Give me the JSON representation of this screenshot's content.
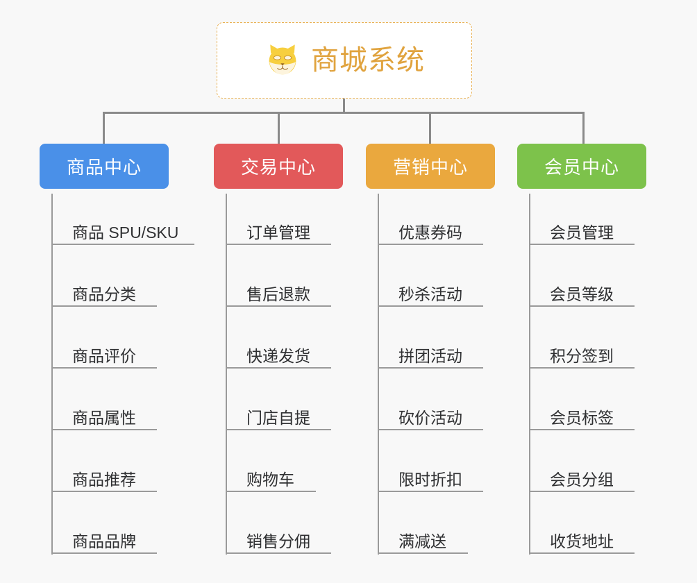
{
  "page": {
    "background_color": "#f8f8f8",
    "type": "org-chart-mindmap"
  },
  "root": {
    "title": "商城系统",
    "icon": "shiba-dog-icon",
    "title_color": "#e0a33e",
    "border_color": "#e9b256",
    "background_color": "#ffffff"
  },
  "connector": {
    "color": "#8a8a8a"
  },
  "columns": [
    {
      "id": "product-center",
      "header": "商品中心",
      "color": "#4a90e8",
      "items": [
        "商品 SPU/SKU",
        "商品分类",
        "商品评价",
        "商品属性",
        "商品推荐",
        "商品品牌"
      ]
    },
    {
      "id": "trade-center",
      "header": "交易中心",
      "color": "#e2595a",
      "items": [
        "订单管理",
        "售后退款",
        "快递发货",
        "门店自提",
        "购物车",
        "销售分佣"
      ]
    },
    {
      "id": "marketing-center",
      "header": "营销中心",
      "color": "#eaa83e",
      "items": [
        "优惠券码",
        "秒杀活动",
        "拼团活动",
        "砍价活动",
        "限时折扣",
        "满减送"
      ]
    },
    {
      "id": "member-center",
      "header": "会员中心",
      "color": "#7dc24b",
      "items": [
        "会员管理",
        "会员等级",
        "积分签到",
        "会员标签",
        "会员分组",
        "收货地址"
      ]
    }
  ]
}
